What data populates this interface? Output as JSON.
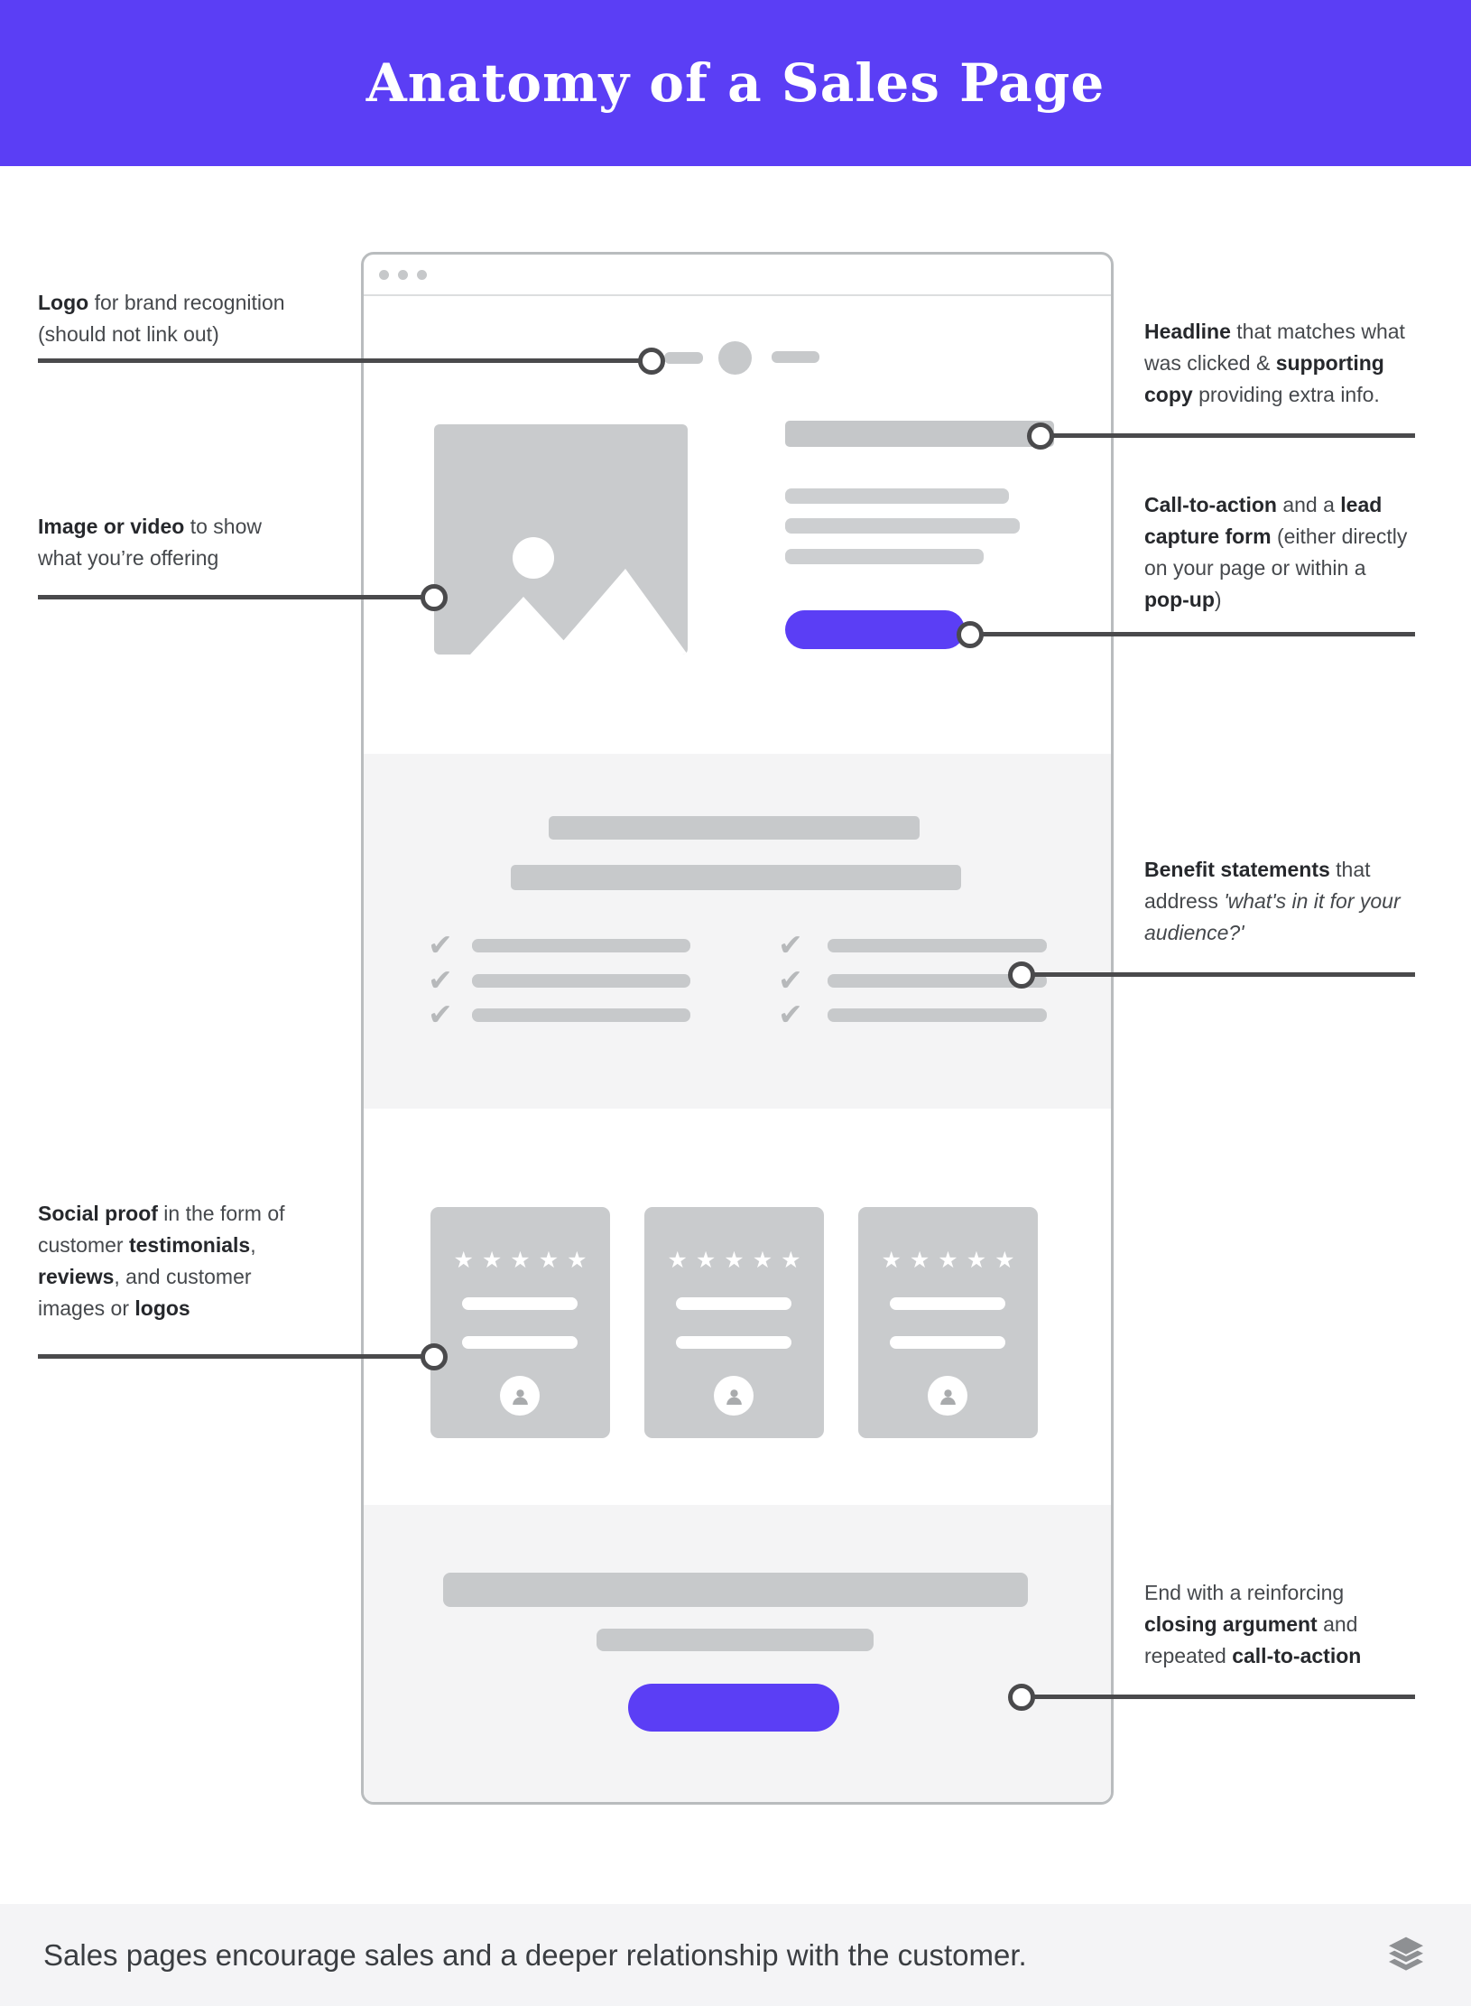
{
  "title": "Anatomy of a Sales Page",
  "colors": {
    "accent": "#5B3EF5",
    "frame": "#B9BCBE",
    "ph": "#C7C9CB",
    "section": "#F4F4F5",
    "line": "#4A4A4C",
    "footerbg": "#F4F4F6"
  },
  "wireframe": {
    "stars": "★★★★★",
    "check": "✔"
  },
  "annotations": {
    "logo": {
      "segments": [
        {
          "t": "Logo",
          "b": true
        },
        {
          "t": " for brand recognition (should not link out)"
        }
      ]
    },
    "image": {
      "segments": [
        {
          "t": "Image or video",
          "b": true
        },
        {
          "t": " to show what you’re offering"
        }
      ]
    },
    "social": {
      "segments": [
        {
          "t": "Social proof",
          "b": true
        },
        {
          "t": " in the form of customer "
        },
        {
          "t": "testimonials",
          "b": true
        },
        {
          "t": ", "
        },
        {
          "t": "reviews",
          "b": true
        },
        {
          "t": ", and customer images or "
        },
        {
          "t": "logos",
          "b": true
        }
      ]
    },
    "headline": {
      "segments": [
        {
          "t": "Headline",
          "b": true
        },
        {
          "t": " that matches what was clicked & "
        },
        {
          "t": "supporting copy",
          "b": true
        },
        {
          "t": " providing extra info."
        }
      ]
    },
    "cta": {
      "segments": [
        {
          "t": "Call-to-action",
          "b": true
        },
        {
          "t": " and a "
        },
        {
          "t": "lead capture form",
          "b": true
        },
        {
          "t": " (either directly on your page or within a "
        },
        {
          "t": "pop-up",
          "b": true
        },
        {
          "t": ")"
        }
      ]
    },
    "benefits": {
      "segments": [
        {
          "t": "Benefit statements",
          "b": true
        },
        {
          "t": " that address "
        },
        {
          "t": "'what's in it for your audience?'",
          "i": true
        }
      ]
    },
    "closing": {
      "segments": [
        {
          "t": "End with a reinforcing "
        },
        {
          "t": "closing argument",
          "b": true
        },
        {
          "t": " and repeated "
        },
        {
          "t": "call-to-action",
          "b": true
        }
      ]
    }
  },
  "footer": {
    "text": "Sales pages encourage sales and a deeper relationship with the customer."
  }
}
